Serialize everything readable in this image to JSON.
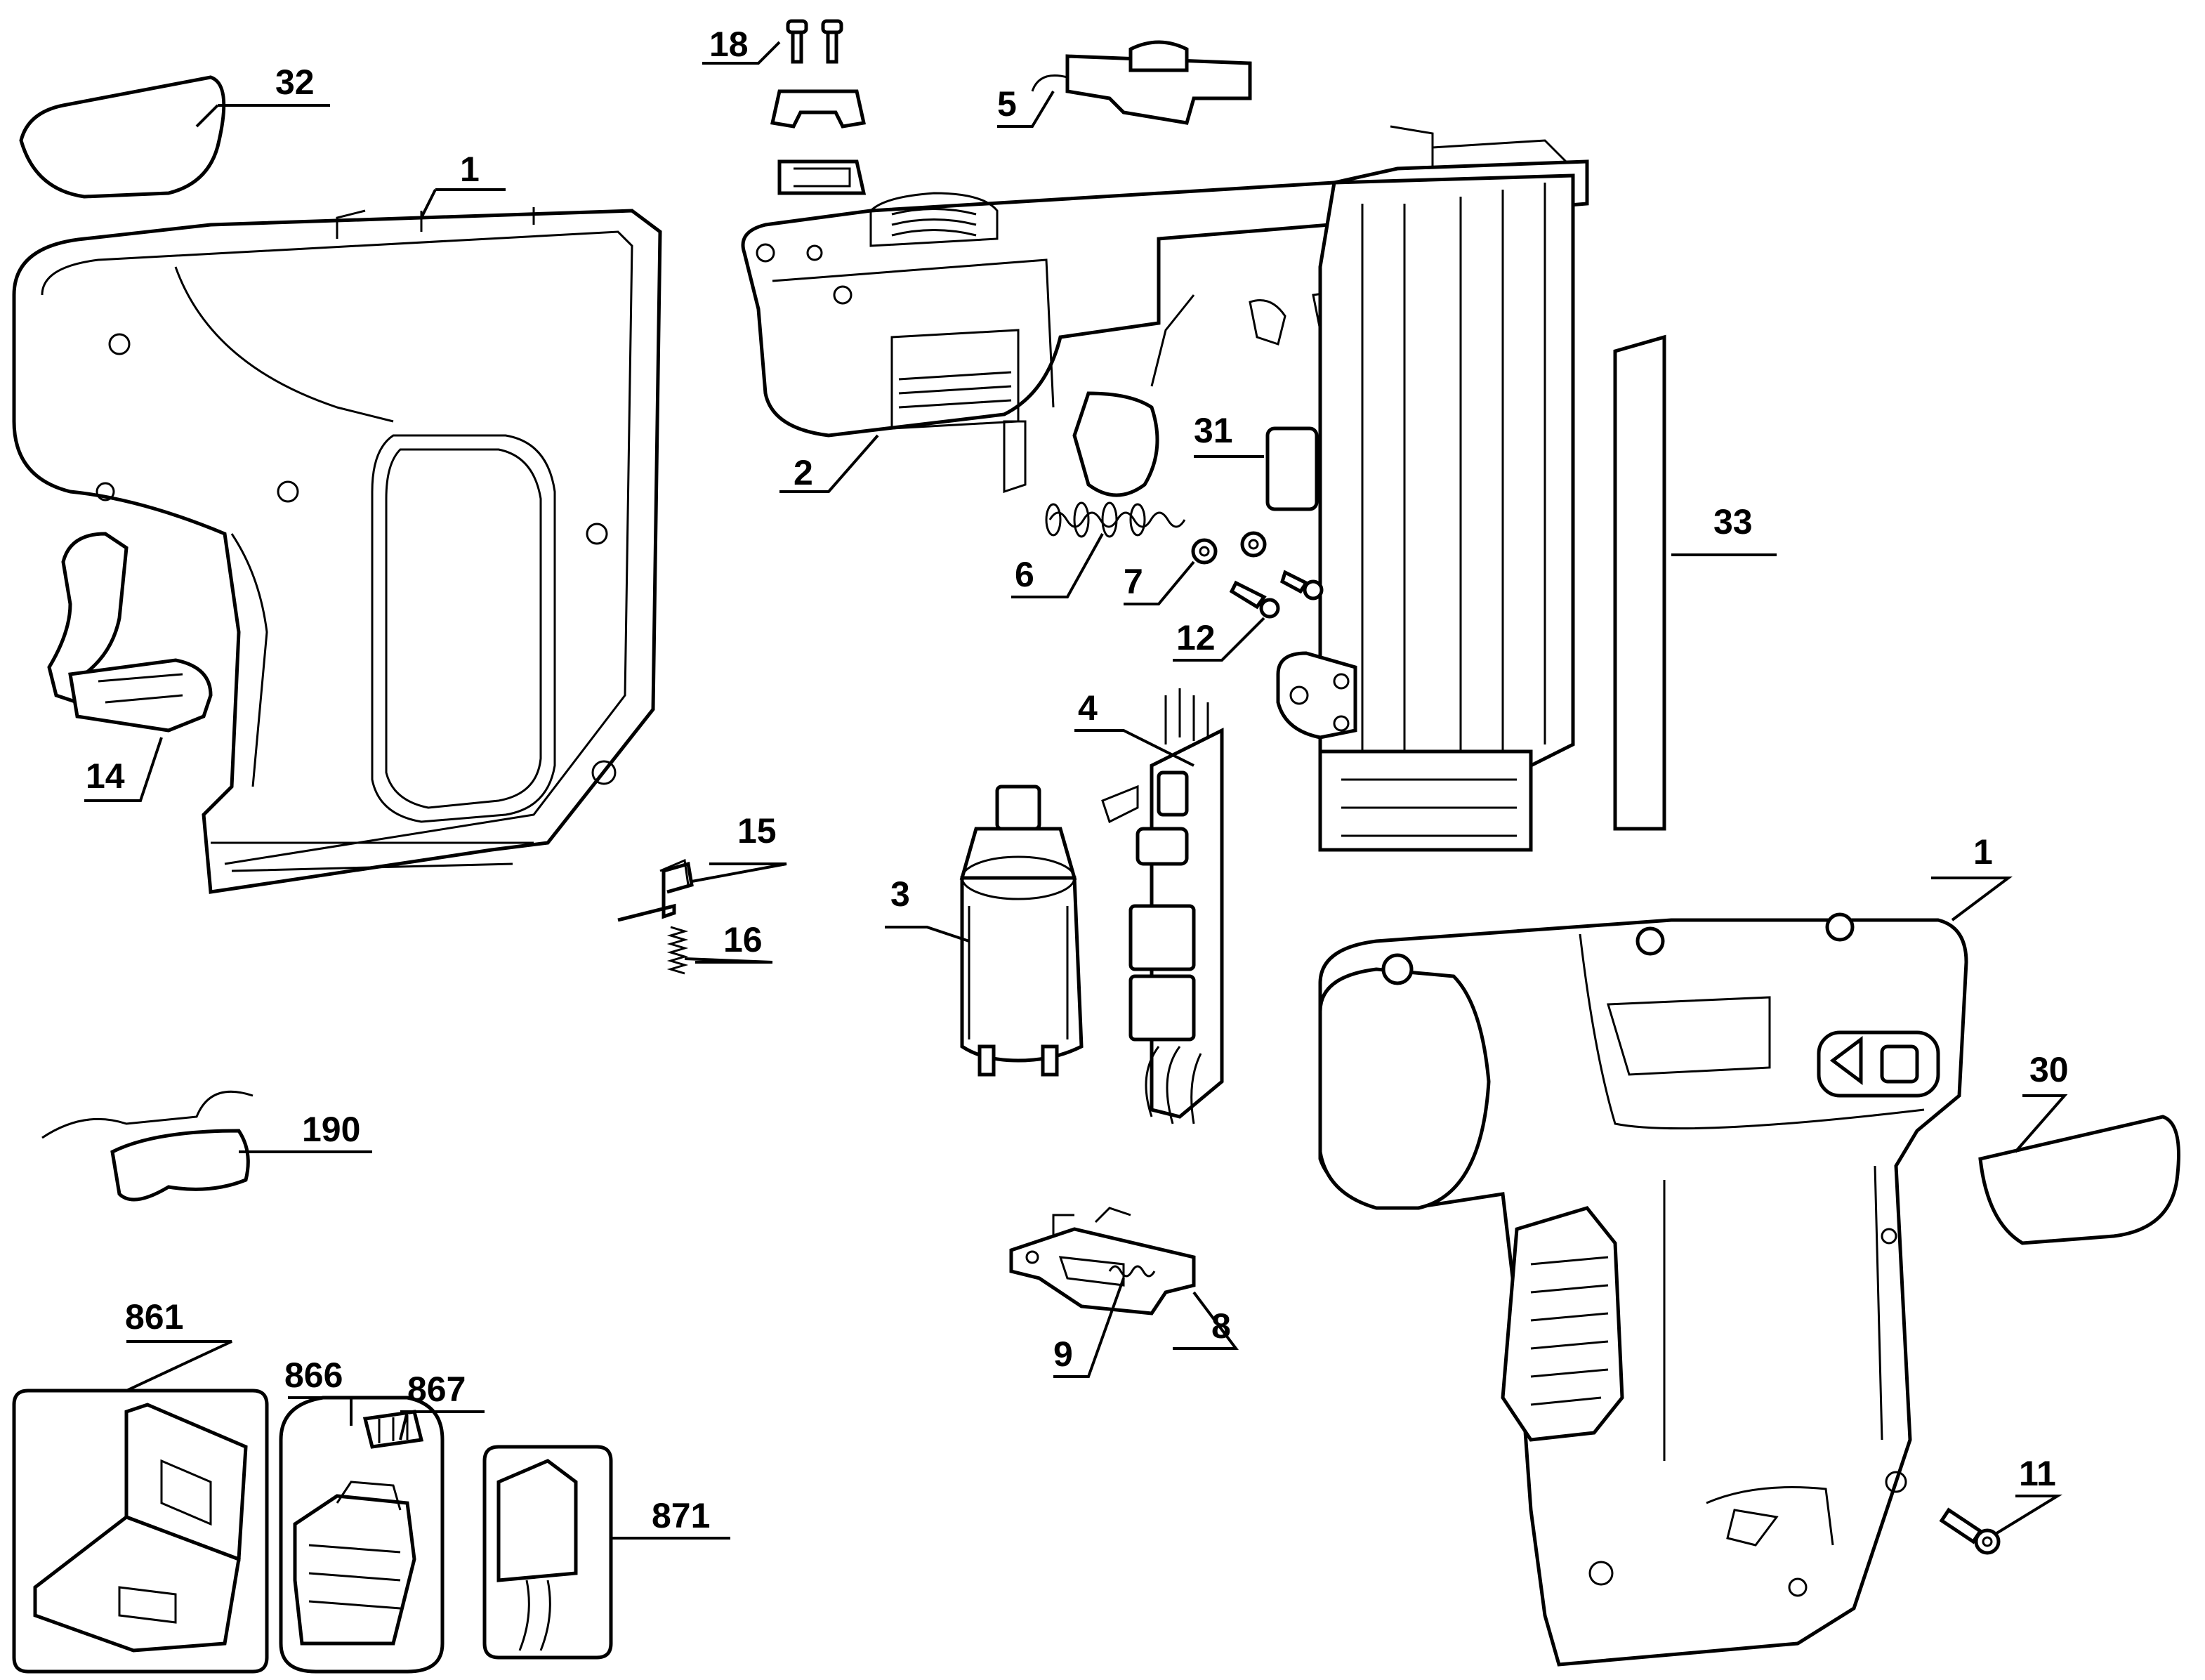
{
  "diagram": {
    "callouts": [
      {
        "id": "c32",
        "label": "32"
      },
      {
        "id": "c1a",
        "label": "1"
      },
      {
        "id": "c14",
        "label": "14"
      },
      {
        "id": "c18",
        "label": "18"
      },
      {
        "id": "c5",
        "label": "5"
      },
      {
        "id": "c2",
        "label": "2"
      },
      {
        "id": "c31",
        "label": "31"
      },
      {
        "id": "c6",
        "label": "6"
      },
      {
        "id": "c7",
        "label": "7"
      },
      {
        "id": "c12",
        "label": "12"
      },
      {
        "id": "c33",
        "label": "33"
      },
      {
        "id": "c4",
        "label": "4"
      },
      {
        "id": "c15",
        "label": "15"
      },
      {
        "id": "c16",
        "label": "16"
      },
      {
        "id": "c3",
        "label": "3"
      },
      {
        "id": "c1b",
        "label": "1"
      },
      {
        "id": "c30",
        "label": "30"
      },
      {
        "id": "c190",
        "label": "190"
      },
      {
        "id": "c8",
        "label": "8"
      },
      {
        "id": "c9",
        "label": "9"
      },
      {
        "id": "c11",
        "label": "11"
      },
      {
        "id": "c861",
        "label": "861"
      },
      {
        "id": "c866",
        "label": "866"
      },
      {
        "id": "c867",
        "label": "867"
      },
      {
        "id": "c871",
        "label": "871"
      }
    ]
  }
}
